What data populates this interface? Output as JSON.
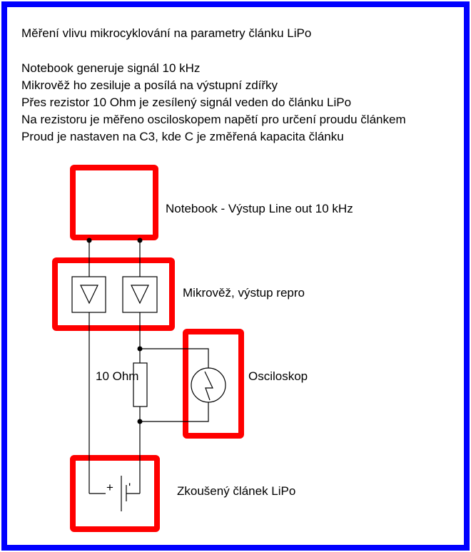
{
  "title": "Měření vlivu mikrocyklování na parametry článku LiPo",
  "description_lines": [
    "Notebook generuje signál 10 kHz",
    "Mikrověž ho zesiluje a posílá na výstupní zdířky",
    "Přes rezistor 10 Ohm je zesílený signál veden do článku LiPo",
    "Na rezistoru je měřeno osciloskopem napětí pro určení proudu článkem",
    "Proud je nastaven na C3, kde C je změřená kapacita článku"
  ],
  "diagram": {
    "notebook_label": "Notebook - Výstup Line out 10 kHz",
    "amplifier_label": "Mikrověž, výstup repro",
    "resistor_label": "10 Ohm",
    "oscilloscope_label": "Osciloskop",
    "battery_label": "Zkoušený článek LiPo",
    "battery_plus": "+",
    "battery_minus": "'"
  },
  "colors": {
    "frame": "#0000ff",
    "highlight": "#ff0000"
  }
}
